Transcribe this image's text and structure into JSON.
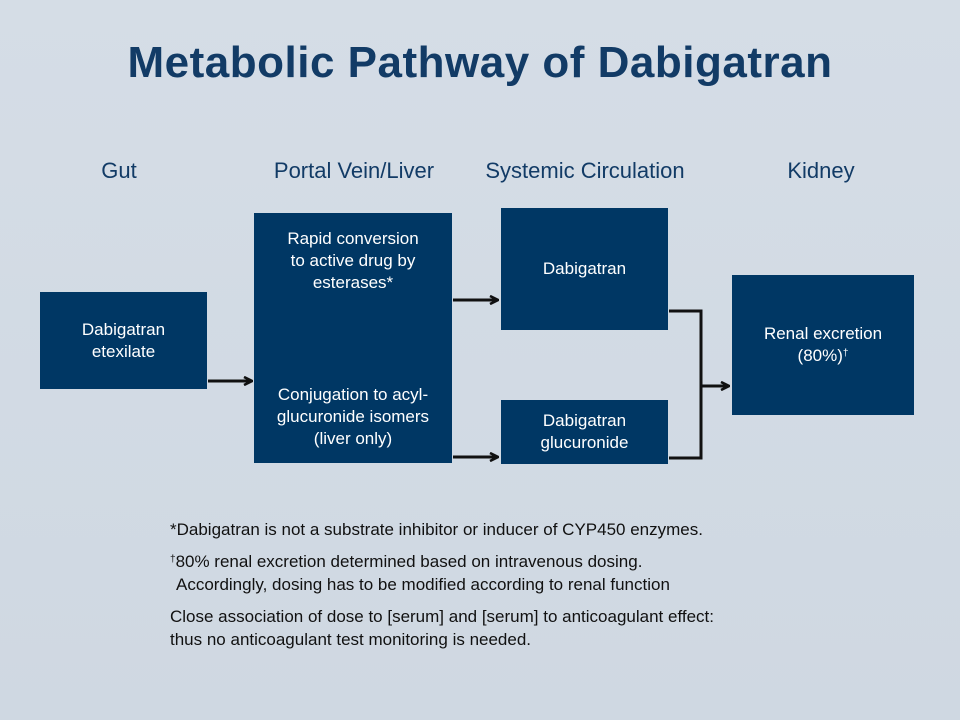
{
  "title": "Metabolic Pathway of Dabigatran",
  "columns": {
    "gut": "Gut",
    "liver": "Portal Vein/Liver",
    "systemic": "Systemic Circulation",
    "kidney": "Kidney"
  },
  "boxes": {
    "prodrug": [
      "Dabigatran",
      "etexilate"
    ],
    "conversion": [
      "Rapid conversion",
      "to active drug by",
      "esterases*"
    ],
    "conjugation": [
      "Conjugation to acyl-",
      "glucuronide isomers",
      "(liver only)"
    ],
    "dabigatran": "Dabigatran",
    "glucuronide": [
      "Dabigatran",
      "glucuronide"
    ],
    "renal_line1": "Renal excretion",
    "renal_line2": "(80%)",
    "renal_mark": "†"
  },
  "notes": {
    "note1": "*Dabigatran is not a substrate inhibitor or inducer of CYP450 enzymes.",
    "note2_mark": "†",
    "note2_line1": "80% renal excretion determined based on intravenous dosing.",
    "note2_line2": "Accordingly, dosing has to be modified according to renal function",
    "note3_line1": "Close association of dose to [serum] and [serum] to anticoagulant effect:",
    "note3_line2": "thus no anticoagulant test monitoring is needed."
  },
  "colors": {
    "box": "#003764",
    "title": "#123b66",
    "background": "#d5dde6"
  }
}
